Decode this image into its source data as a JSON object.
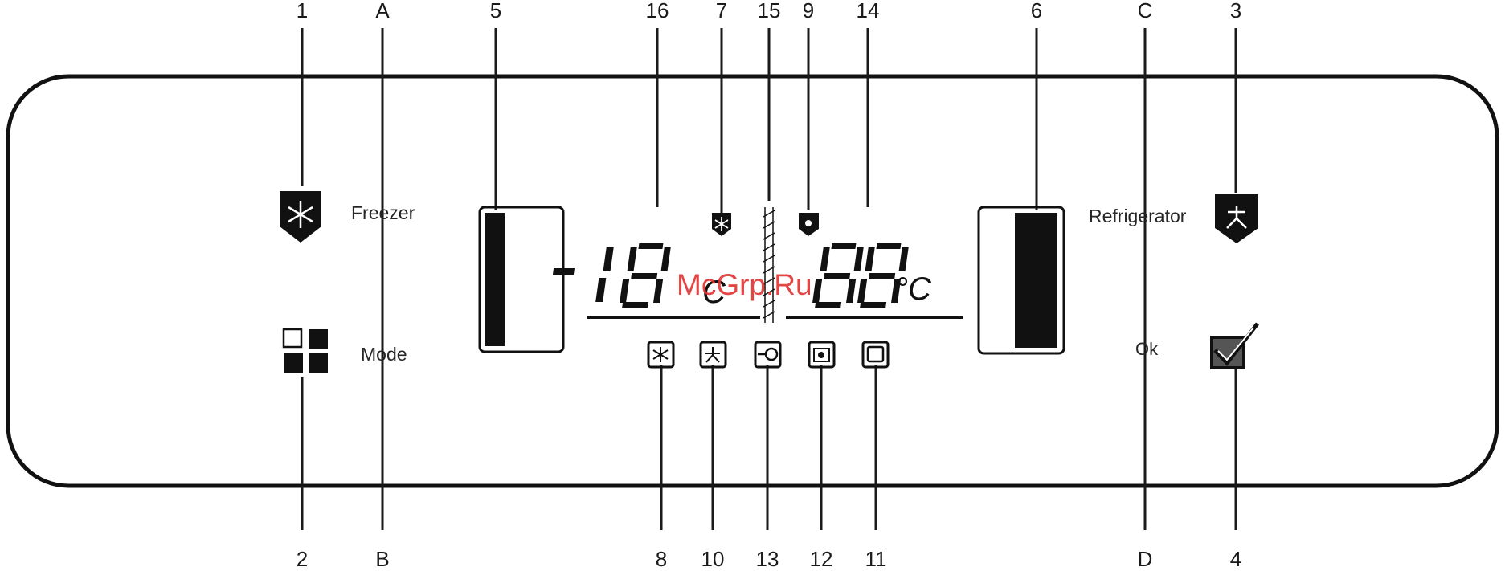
{
  "callouts_top": [
    "1",
    "A",
    "5",
    "16",
    "7",
    "15",
    "9",
    "14",
    "6",
    "C",
    "3"
  ],
  "callouts_bottom": [
    "2",
    "B",
    "8",
    "10",
    "13",
    "12",
    "11",
    "D",
    "4"
  ],
  "panel": {
    "freezer_label": "Freezer",
    "mode_label": "Mode",
    "refrigerator_label": "Refrigerator",
    "ok_label": "Ok"
  },
  "display": {
    "freezer_temp": "-18",
    "freezer_unit": "C",
    "fridge_temp": "88",
    "fridge_unit": "°C",
    "freezer_level": 0.27,
    "fridge_level": 0.58
  },
  "watermark": "McGrp.Ru",
  "icons": {
    "freezer_button": "snowflake-shield-icon",
    "refrigerator_button": "fan-shield-icon",
    "mode_button": "four-squares-icon",
    "ok_button": "checkbox-tick-icon",
    "indicator_7": "snowflake-indicator-icon",
    "indicator_9": "shield-indicator-icon",
    "indicator_8": "super-freeze-icon",
    "indicator_10": "super-cool-icon",
    "indicator_13": "holiday-icon",
    "indicator_12": "camera-icon",
    "indicator_11": "door-icon"
  },
  "colors": {
    "ink": "#111111",
    "watermark": "#e03131",
    "background": "#ffffff"
  }
}
